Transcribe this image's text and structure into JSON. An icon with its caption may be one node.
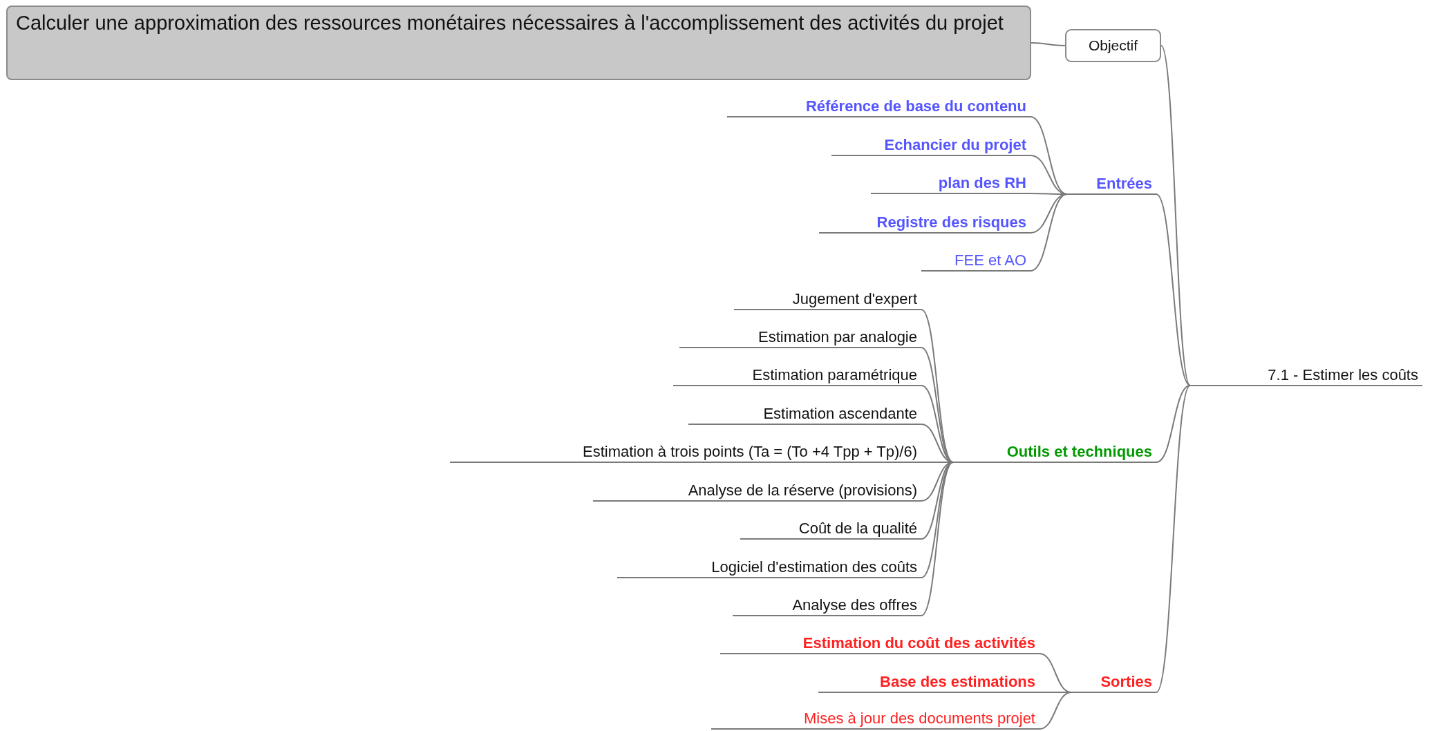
{
  "diagram": {
    "nodes": [
      {
        "text": [
          "Calculer une approximation des ressources monétaires nécessaires à l'accomplissement des activités du projet"
        ]
      },
      {
        "text": [
          "Objectif"
        ]
      },
      {
        "text": [
          "Entrées"
        ]
      },
      {
        "text": [
          "Référence de base du contenu"
        ]
      },
      {
        "text": [
          "Echancier du projet"
        ]
      },
      {
        "text": [
          "plan des RH"
        ]
      },
      {
        "text": [
          "Registre des risques"
        ]
      },
      {
        "text": [
          "FEE et AO"
        ]
      },
      {
        "text": [
          "Outils et techniques"
        ]
      },
      {
        "text": [
          "Jugement d'expert"
        ]
      },
      {
        "text": [
          "Estimation par analogie"
        ]
      },
      {
        "text": [
          "Estimation paramétrique"
        ]
      },
      {
        "text": [
          "Estimation ascendante"
        ]
      },
      {
        "text": [
          "Estimation à trois points (Ta = (To +4 Tpp + Tp)/6)"
        ]
      },
      {
        "text": [
          "Analyse de la réserve (provisions)"
        ]
      },
      {
        "text": [
          "Coût de la qualité"
        ]
      },
      {
        "text": [
          "Logiciel d'estimation des coûts"
        ]
      },
      {
        "text": [
          "Analyse des offres"
        ]
      },
      {
        "text": [
          "Sorties"
        ]
      },
      {
        "text": [
          "Estimation du coût des activités"
        ]
      },
      {
        "text": [
          "Base des estimations"
        ]
      },
      {
        "text": [
          "Mises à jour des documents projet"
        ]
      },
      {
        "text": [
          "7.1 - Estimer les coûts"
        ]
      }
    ],
    "edges": [
      {
        "from": 22,
        "to": 1,
        "arrow": "none"
      },
      {
        "from": 1,
        "to": 0,
        "arrow": "none"
      },
      {
        "from": 22,
        "to": 2,
        "arrow": "none"
      },
      {
        "from": 2,
        "to": 3,
        "arrow": "none"
      },
      {
        "from": 2,
        "to": 4,
        "arrow": "none"
      },
      {
        "from": 2,
        "to": 5,
        "arrow": "none"
      },
      {
        "from": 2,
        "to": 6,
        "arrow": "none"
      },
      {
        "from": 2,
        "to": 7,
        "arrow": "none"
      },
      {
        "from": 22,
        "to": 8,
        "arrow": "none"
      },
      {
        "from": 8,
        "to": 9,
        "arrow": "none"
      },
      {
        "from": 8,
        "to": 10,
        "arrow": "none"
      },
      {
        "from": 8,
        "to": 11,
        "arrow": "none"
      },
      {
        "from": 8,
        "to": 12,
        "arrow": "none"
      },
      {
        "from": 8,
        "to": 13,
        "arrow": "none"
      },
      {
        "from": 8,
        "to": 14,
        "arrow": "none"
      },
      {
        "from": 8,
        "to": 15,
        "arrow": "none"
      },
      {
        "from": 8,
        "to": 16,
        "arrow": "none"
      },
      {
        "from": 8,
        "to": 17,
        "arrow": "none"
      },
      {
        "from": 22,
        "to": 18,
        "arrow": "none"
      },
      {
        "from": 18,
        "to": 19,
        "arrow": "none"
      },
      {
        "from": 18,
        "to": 20,
        "arrow": "none"
      },
      {
        "from": 18,
        "to": 21,
        "arrow": "none"
      }
    ]
  }
}
